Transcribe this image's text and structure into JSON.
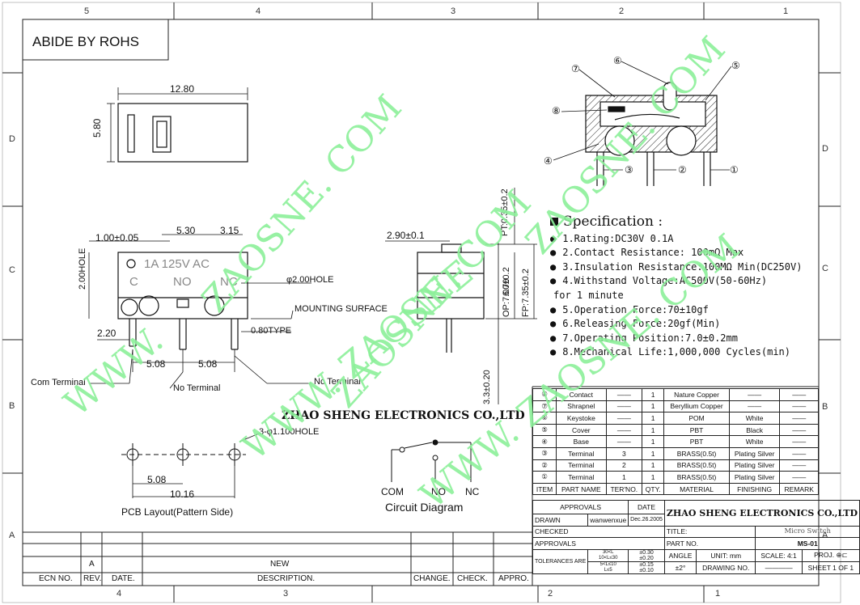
{
  "header": {
    "compliance": "ABIDE  BY   ROHS"
  },
  "zones": {
    "top": [
      "5",
      "4",
      "3",
      "2",
      "1"
    ],
    "bottom": [
      "4",
      "3",
      "2",
      "1"
    ],
    "left": [
      "D",
      "C",
      "B",
      "A"
    ],
    "right": [
      "D",
      "C",
      "B",
      "A"
    ]
  },
  "dims": {
    "top_width": "12.80",
    "top_height": "5.80",
    "front_1_00": "1.00±0.05",
    "front_5_30": "5.30",
    "front_3_15": "3.15",
    "front_hole_height": "2.00HOLE",
    "front_hole": "φ2.00HOLE",
    "mounting": "MOUNTING SURFACE",
    "type_080": "0.80TYPE",
    "d_2_20": "2.20",
    "pitch_a": "5.08",
    "pitch_b": "5.08",
    "side_2_90": "2.90±0.1",
    "side_pt": "PT:0.35±0.2",
    "side_6_70": "6.70",
    "side_op": "OP:7.00±0.2",
    "side_fp": "FP:7.35±0.2",
    "side_3_3": "3.3±0.20"
  },
  "body_marking": {
    "rating": "1A 125V AC",
    "c": "C",
    "no": "NO",
    "nc": "NC"
  },
  "terminals": {
    "com": "Com Terminal",
    "no": "No Terminal",
    "nc": "Nc Terminal"
  },
  "callouts": [
    "⑧",
    "⑦",
    "⑥",
    "⑤",
    "④",
    "③",
    "②",
    "①"
  ],
  "company_mid": "ZHAO SHENG ELECTRONICS CO.,LTD",
  "pcb": {
    "holes": "3-φ1.100HOLE",
    "d1": "5.08",
    "d2": "10.16",
    "caption": "PCB Layout(Pattern Side)"
  },
  "circuit": {
    "com": "COM",
    "no": "NO",
    "nc": "NC",
    "caption": "Circuit  Diagram"
  },
  "spec": {
    "title": "Specification :",
    "items": [
      "1.Rating:DC30V  0.1A",
      "2.Contact Resistance: 100mΩ Max",
      "3.Insulation Resistance:100MΩ Min(DC250V)",
      "4.Withstand Voltage:AC500V(50-60Hz)",
      "for 1 minute",
      "5.Operation Force:70±10gf",
      "6.Releasing Force:20gf(Min)",
      "7.Operating Position:7.0±0.2mm",
      "8.Mechanical Life:1,000,000 Cycles(min)"
    ]
  },
  "bom": {
    "rows": [
      [
        "⑧",
        "Contact",
        "——",
        "1",
        "Nature Copper",
        "——",
        "——"
      ],
      [
        "⑦",
        "Shrapnel",
        "——",
        "1",
        "Beryllium Copper",
        "——",
        "——"
      ],
      [
        "⑥",
        "Keystoke",
        "——",
        "1",
        "POM",
        "White",
        "——"
      ],
      [
        "⑤",
        "Cover",
        "——",
        "1",
        "PBT",
        "Black",
        "——"
      ],
      [
        "④",
        "Base",
        "——",
        "1",
        "PBT",
        "White",
        "——"
      ],
      [
        "③",
        "Terminal",
        "3",
        "1",
        "BRASS(0.5t)",
        "Plating Silver",
        "——"
      ],
      [
        "②",
        "Terminal",
        "2",
        "1",
        "BRASS(0.5t)",
        "Plating Silver",
        "——"
      ],
      [
        "①",
        "Terminal",
        "1",
        "1",
        "BRASS(0.5t)",
        "Plating Silver",
        "——"
      ]
    ],
    "header": [
      "ITEM",
      "PART NAME",
      "TER'NO.",
      "QTY.",
      "MATERIAL",
      "FINISHING",
      "REMARK"
    ]
  },
  "title_block": {
    "approvals": "APPROVALS",
    "date": "DATE",
    "drawn": "DRAWN",
    "drawn_by": "wanwenxue",
    "drawn_date": "Dec.26.2005",
    "checked": "CHECKED",
    "approvals2": "APPROVALS",
    "company": "ZHAO SHENG ELECTRONICS CO.,LTD",
    "title_lbl": "TITLE:",
    "title_val": "Micro Switch",
    "part_lbl": "PART NO.",
    "part_val": "MS-01",
    "tolerances": "TOLERANCES ARE",
    "tol_r1": "30<L",
    "tol_r2": "10<L≤30",
    "tol_r3": "5<L≤10",
    "tol_r4": "L≤5",
    "tol_v1": "±0.30",
    "tol_v2": "±0.20",
    "tol_v3": "±0.15",
    "tol_v4": "±0.10",
    "angle": "ANGLE",
    "angle_v": "±2°",
    "unit": "UNIT: mm",
    "scale": "SCALE: 4:1",
    "proj": "PROJ.",
    "drawing_no": "DRAWING NO.",
    "sheet": "SHEET  1 OF 1"
  },
  "revision": {
    "rev_val": "A",
    "desc_val": "NEW",
    "headers": [
      "ECN NO.",
      "REV.",
      "DATE.",
      "DESCRIPTION.",
      "CHANGE.",
      "CHECK.",
      "APPRO."
    ]
  },
  "watermarks": [
    "ZAOSNE. COM",
    "ZAOSNE. COM",
    "WWW.",
    "WWW. ZAOSNE",
    "WWW. ZAOSNE. COM",
    "ZAOSNE. COM"
  ]
}
